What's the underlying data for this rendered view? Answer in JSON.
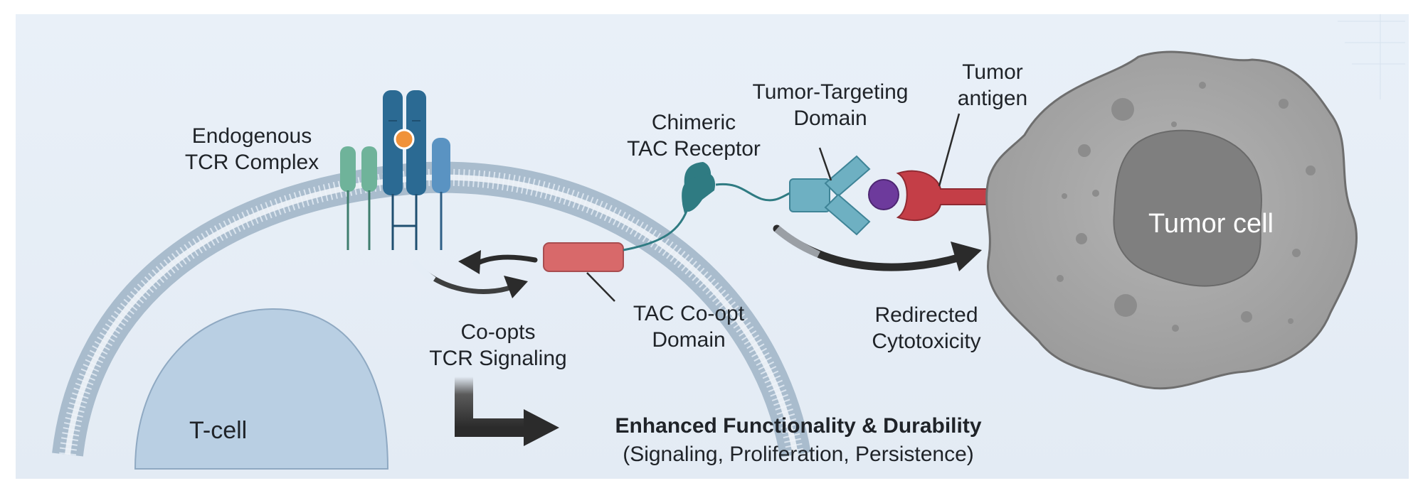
{
  "diagram": {
    "labels": {
      "tcr_complex": [
        "Endogenous",
        "TCR Complex"
      ],
      "chimeric_tac": [
        "Chimeric",
        "TAC Receptor"
      ],
      "tumor_targeting": [
        "Tumor-Targeting",
        "Domain"
      ],
      "tumor_antigen": [
        "Tumor",
        "antigen"
      ],
      "tumor_cell": "Tumor cell",
      "tac_coopt": [
        "TAC Co-opt",
        "Domain"
      ],
      "co_opts": [
        "Co-opts",
        "TCR Signaling"
      ],
      "redirected": [
        "Redirected",
        "Cytotoxicity"
      ],
      "t_cell": "T-cell",
      "enhanced_title": "Enhanced Functionality & Durability",
      "enhanced_sub": "(Signaling, Proliferation, Persistence)"
    },
    "colors": {
      "background": "#e5edf6",
      "membrane": "#a9bccd",
      "nucleus": "#b9cfe3",
      "tcr_dark_blue": "#2b6a93",
      "tcr_green": "#6fb39a",
      "tcr_light_blue": "#5a93c2",
      "tac_teal": "#2f7b82",
      "coopt_red": "#d8696a",
      "targeting_domain": "#6eb0c2",
      "antigen_purple": "#6d3a9c",
      "antigen_red": "#c43e47",
      "tumor_gray": "#a8a8a8",
      "tumor_nucleus": "#7f7f7f",
      "arrow": "#2b2b2b"
    },
    "icons": [
      "membrane-bilayer",
      "tcr-complex-icon",
      "tac-receptor-icon",
      "antibody-domain-icon",
      "antigen-icon",
      "tumor-cell-icon",
      "curved-arrow-icon",
      "elbow-arrow-icon"
    ]
  }
}
